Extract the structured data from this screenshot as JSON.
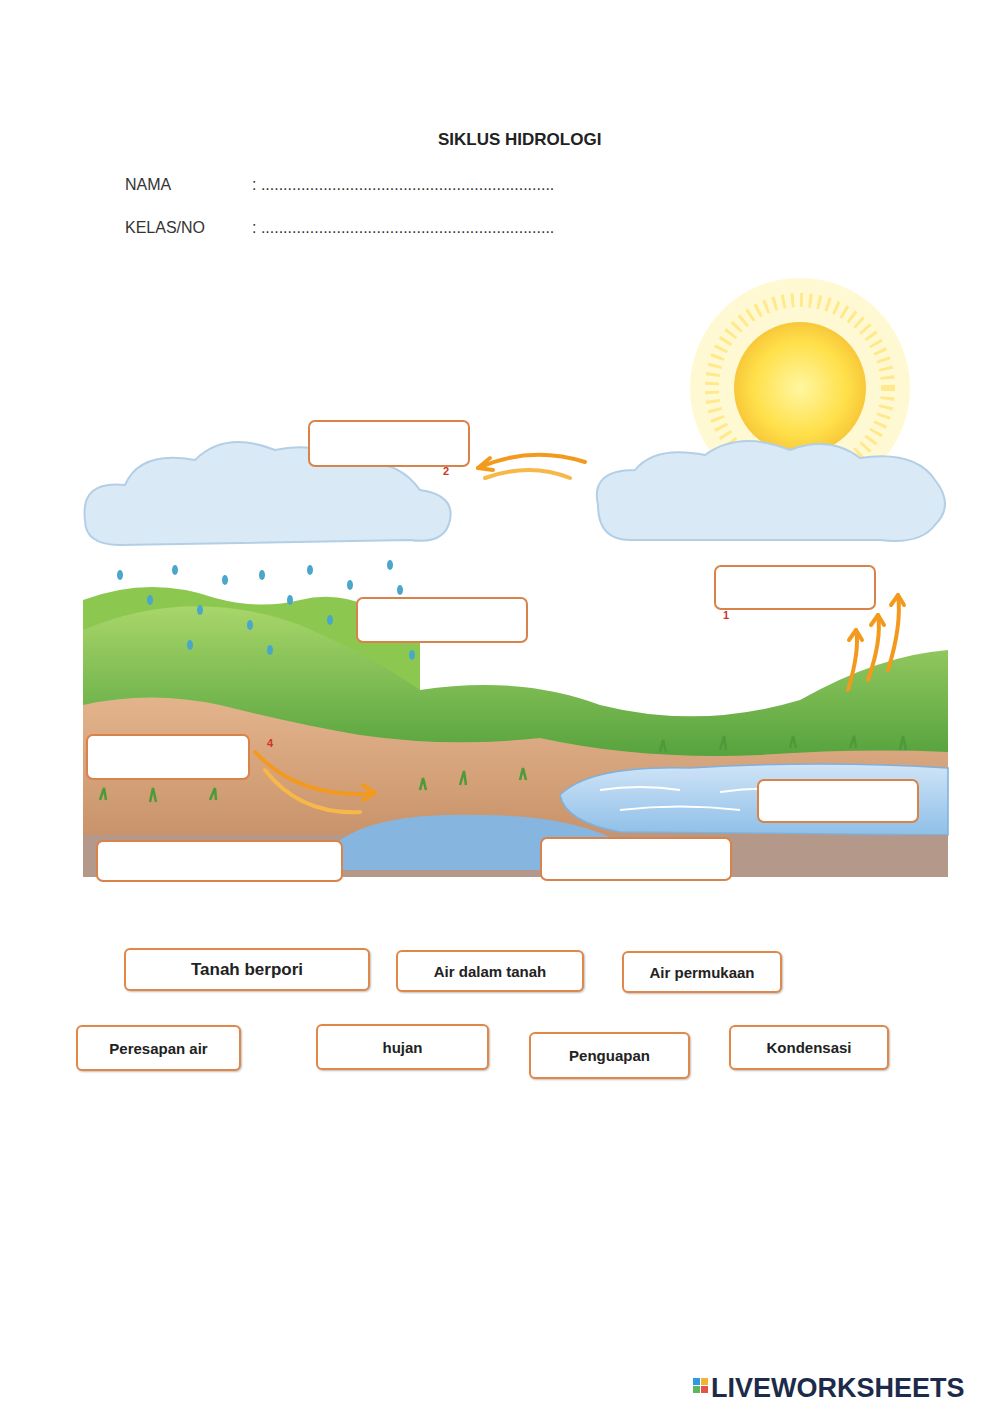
{
  "diagram": {
    "title": "SIKLUS HIDROLOGI",
    "nodes": [
      {
        "text": [
          "Tanah berpori"
        ]
      },
      {
        "text": [
          "Air dalam tanah"
        ]
      },
      {
        "text": [
          "Air permukaan"
        ]
      },
      {
        "text": [
          "Peresapan air"
        ]
      },
      {
        "text": [
          "hujan"
        ]
      },
      {
        "text": [
          "Penguapan"
        ]
      },
      {
        "text": [
          "Kondensasi"
        ]
      }
    ],
    "labels": [
      "NAMA",
      ": ..................................................................",
      "KELAS/NO",
      ": ..................................................................",
      "2",
      "1",
      "4",
      "LIVEWORKSHEETS"
    ]
  }
}
